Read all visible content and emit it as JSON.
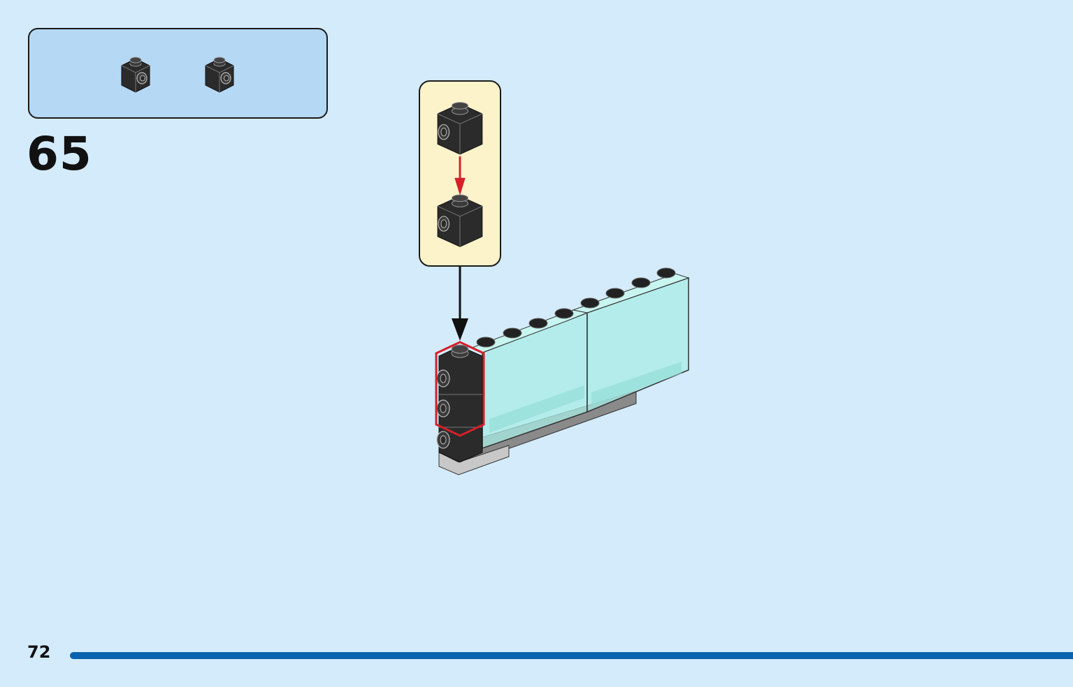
{
  "step": {
    "number": "65"
  },
  "parts_list": {
    "items": [
      {
        "part": "brick-1x1-stud-on-side",
        "color": "#2b2b2b"
      },
      {
        "part": "brick-1x1-stud-on-side",
        "color": "#2b2b2b"
      }
    ]
  },
  "footer": {
    "page_number": "72"
  },
  "colors": {
    "page_background": "#d4ebfb",
    "parts_panel": "#b5d8f5",
    "callout": "#fdf3cb",
    "footer_rule": "#0a62ad",
    "highlight": "#d5202a",
    "trans_panel": "#a8ece6",
    "brick_black": "#2b2b2b"
  }
}
